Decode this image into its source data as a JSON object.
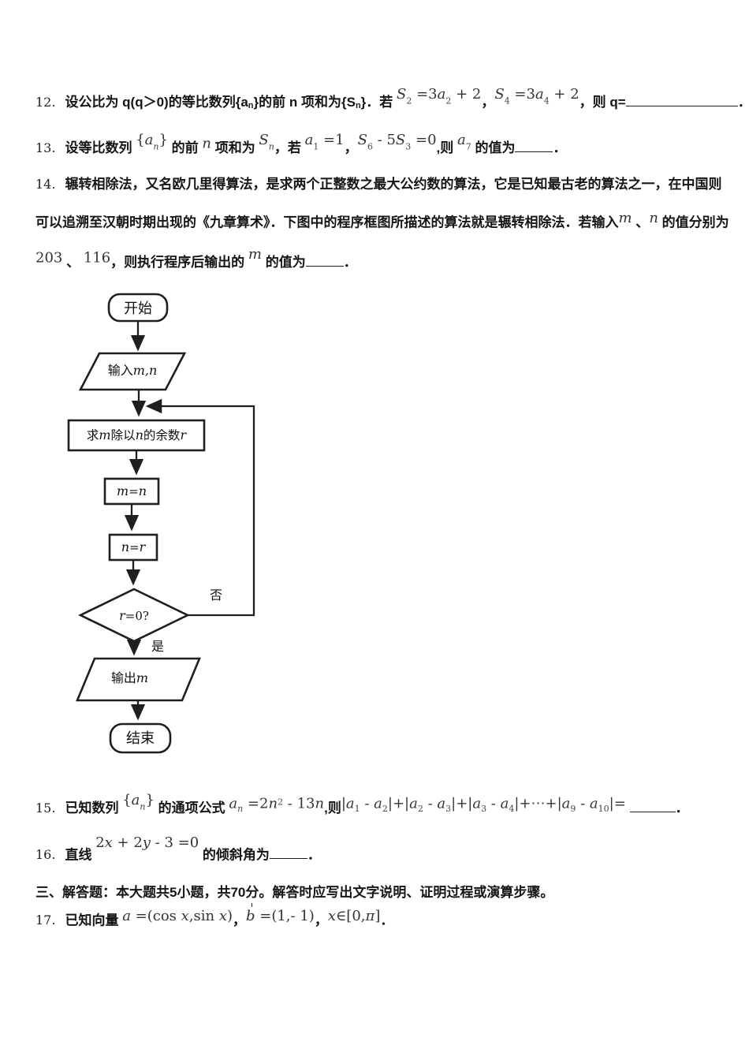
{
  "q12": [
    {
      "t": "12.",
      "s": "num"
    },
    {
      "t": "设公比为 q(q＞0)的等比数列{a",
      "s": "zh"
    },
    {
      "t": "n",
      "s": "zsub"
    },
    {
      "t": "}的前 n 项和为{S",
      "s": "zh"
    },
    {
      "t": "n",
      "s": "zsub"
    },
    {
      "t": "}．若 ",
      "s": "zh"
    },
    {
      "t": "S",
      "s": "m up"
    },
    {
      "t": "2",
      "s": "sub up"
    },
    {
      "t": " =3",
      "s": "n up"
    },
    {
      "t": "a",
      "s": "m up"
    },
    {
      "t": "2",
      "s": "sub up"
    },
    {
      "t": " + 2",
      "s": "n up"
    },
    {
      "t": "，",
      "s": "zh"
    },
    {
      "t": "S",
      "s": "m up"
    },
    {
      "t": "4",
      "s": "sub up"
    },
    {
      "t": " =3",
      "s": "n up"
    },
    {
      "t": "a",
      "s": "m up"
    },
    {
      "t": "4",
      "s": "sub up"
    },
    {
      "t": " + 2",
      "s": "n up"
    },
    {
      "t": "，则 q=",
      "s": "zh"
    },
    {
      "t": "",
      "s": "blank bw140"
    },
    {
      "t": "．",
      "s": "zh"
    }
  ],
  "q13": [
    {
      "t": "13.",
      "s": "num"
    },
    {
      "t": "设等比数列 ",
      "s": "zh"
    },
    {
      "t": "{",
      "s": "n up"
    },
    {
      "t": "a",
      "s": "m up"
    },
    {
      "t": "n",
      "s": "subi up"
    },
    {
      "t": "}",
      "s": "n up"
    },
    {
      "t": " 的前 ",
      "s": "zh"
    },
    {
      "t": "n",
      "s": "m up2"
    },
    {
      "t": " 项和为 ",
      "s": "zh"
    },
    {
      "t": "S",
      "s": "m up"
    },
    {
      "t": "n",
      "s": "subi up"
    },
    {
      "t": "，若 ",
      "s": "zh"
    },
    {
      "t": "a",
      "s": "m up"
    },
    {
      "t": "1",
      "s": "sub up"
    },
    {
      "t": " =1",
      "s": "n up"
    },
    {
      "t": "，",
      "s": "zh"
    },
    {
      "t": "S",
      "s": "m up"
    },
    {
      "t": "6",
      "s": "sub up"
    },
    {
      "t": " - 5",
      "s": "n up"
    },
    {
      "t": "S",
      "s": "m up"
    },
    {
      "t": "3",
      "s": "sub up"
    },
    {
      "t": " =0",
      "s": "n up"
    },
    {
      "t": ",则 ",
      "s": "zh"
    },
    {
      "t": "a",
      "s": "m up"
    },
    {
      "t": "7",
      "s": "sub up"
    },
    {
      "t": " 的值为",
      "s": "zh"
    },
    {
      "t": "",
      "s": "blank bw50"
    },
    {
      "t": "．",
      "s": "zh"
    }
  ],
  "q14a": [
    {
      "t": "14.",
      "s": "num"
    },
    {
      "t": "辗转相除法，又名欧几里得算法，是求两个正整数之最大公约数的算法，它是已知最古老的算法之一，在中国则",
      "s": "zh"
    }
  ],
  "q14b": [
    {
      "t": "可以追溯至汉朝时期出现的《九章算术》．下图中的程序框图所描述的算法就是辗转相除法．若输入",
      "s": "zh"
    },
    {
      "t": "m",
      "s": "m up2"
    },
    {
      "t": " 、",
      "s": "zh"
    },
    {
      "t": "n",
      "s": "m up2"
    },
    {
      "t": " 的值分别为",
      "s": "zh"
    }
  ],
  "q14c": [
    {
      "t": "203",
      "s": "n up2"
    },
    {
      "t": " 、 ",
      "s": "zh"
    },
    {
      "t": "116",
      "s": "n up2"
    },
    {
      "t": "，则执行程序后输出的 ",
      "s": "zh"
    },
    {
      "t": "m",
      "s": "m up"
    },
    {
      "t": " 的值为",
      "s": "zh"
    },
    {
      "t": "",
      "s": "blank bw50"
    },
    {
      "t": "．",
      "s": "zh"
    }
  ],
  "q15": [
    {
      "t": "15.",
      "s": "num"
    },
    {
      "t": "已知数列 ",
      "s": "zh"
    },
    {
      "t": "{",
      "s": "n up"
    },
    {
      "t": "a",
      "s": "m up"
    },
    {
      "t": "n",
      "s": "subi up"
    },
    {
      "t": "}",
      "s": "n up"
    },
    {
      "t": " 的通项公式 ",
      "s": "zh"
    },
    {
      "t": "a",
      "s": "m up2"
    },
    {
      "t": "n",
      "s": "subi up2"
    },
    {
      "t": " =2",
      "s": "n up2"
    },
    {
      "t": "n",
      "s": "m up2"
    },
    {
      "t": "2",
      "s": "sup up2"
    },
    {
      "t": " - 13",
      "s": "n up2"
    },
    {
      "t": "n",
      "s": "m up2"
    },
    {
      "t": ",则",
      "s": "zh"
    },
    {
      "t": "|",
      "s": "n up2"
    },
    {
      "t": "a",
      "s": "m up2"
    },
    {
      "t": "1",
      "s": "sub up2"
    },
    {
      "t": " - ",
      "s": "n up2"
    },
    {
      "t": "a",
      "s": "m up2"
    },
    {
      "t": "2",
      "s": "sub up2"
    },
    {
      "t": "|+|",
      "s": "n up2"
    },
    {
      "t": "a",
      "s": "m up2"
    },
    {
      "t": "2",
      "s": "sub up2"
    },
    {
      "t": " - ",
      "s": "n up2"
    },
    {
      "t": "a",
      "s": "m up2"
    },
    {
      "t": "3",
      "s": "sub up2"
    },
    {
      "t": "|+|",
      "s": "n up2"
    },
    {
      "t": "a",
      "s": "m up2"
    },
    {
      "t": "3",
      "s": "sub up2"
    },
    {
      "t": " - ",
      "s": "n up2"
    },
    {
      "t": "a",
      "s": "m up2"
    },
    {
      "t": "4",
      "s": "sub up2"
    },
    {
      "t": "|+⋯+|",
      "s": "n up2"
    },
    {
      "t": "a",
      "s": "m up2"
    },
    {
      "t": "9",
      "s": "sub up2"
    },
    {
      "t": " - ",
      "s": "n up2"
    },
    {
      "t": "a",
      "s": "m up2"
    },
    {
      "t": "10",
      "s": "sub up2"
    },
    {
      "t": "|=",
      "s": "n up2"
    },
    {
      "t": " ",
      "s": "zh"
    },
    {
      "t": "",
      "s": "blank bw55"
    },
    {
      "t": "．",
      "s": "zh"
    }
  ],
  "q16": [
    {
      "t": "16.",
      "s": "num"
    },
    {
      "t": "直线 ",
      "s": "zh"
    },
    {
      "t": "2",
      "s": "n up3"
    },
    {
      "t": "x",
      "s": "m up3"
    },
    {
      "t": " + 2",
      "s": "n up3"
    },
    {
      "t": "y",
      "s": "m up3"
    },
    {
      "t": " - 3 =0",
      "s": "n up3"
    },
    {
      "t": " 的倾斜角为",
      "s": "zh"
    },
    {
      "t": "",
      "s": "blank bw50"
    },
    {
      "t": "．",
      "s": "zh"
    }
  ],
  "sec3": [
    {
      "t": "三、解答题：本大题共5小题，共70分。解答时应写出文字说明、证明过程或演算步骤。",
      "s": "zh"
    }
  ],
  "q17": [
    {
      "t": "17.",
      "s": "num"
    },
    {
      "t": "已知向量 ",
      "s": "zh"
    },
    {
      "t": "a",
      "s": "m up2"
    },
    {
      "t": " =(cos ",
      "s": "n up2"
    },
    {
      "t": "x",
      "s": "m up2"
    },
    {
      "t": ",sin ",
      "s": "n up2"
    },
    {
      "t": "x",
      "s": "m up2"
    },
    {
      "t": ")",
      "s": "n up2"
    },
    {
      "t": "，",
      "s": "zh"
    },
    {
      "t": "b",
      "s": "m vec up2"
    },
    {
      "t": " =(1,- 1)",
      "s": "n up2"
    },
    {
      "t": "，",
      "s": "zh"
    },
    {
      "t": "x",
      "s": "m up2"
    },
    {
      "t": "∈[0,",
      "s": "n up2"
    },
    {
      "t": "π",
      "s": "m up2"
    },
    {
      "t": "]",
      "s": "n up2"
    },
    {
      "t": "．",
      "s": "zh"
    }
  ],
  "flow": {
    "start": "开始",
    "end": "结束",
    "yes": "是",
    "no": "否",
    "input": [
      {
        "t": "输入",
        "s": "fzh"
      },
      {
        "t": "m,n",
        "s": "fm"
      }
    ],
    "process": [
      {
        "t": "求",
        "s": "fzh"
      },
      {
        "t": "m",
        "s": "fm"
      },
      {
        "t": "除以",
        "s": "fzh"
      },
      {
        "t": "n",
        "s": "fm"
      },
      {
        "t": "的余数",
        "s": "fzh"
      },
      {
        "t": "r",
        "s": "fm"
      }
    ],
    "assign1": [
      {
        "t": "m",
        "s": "fm"
      },
      {
        "t": "=",
        "s": "fn"
      },
      {
        "t": "n",
        "s": "fm"
      }
    ],
    "assign2": [
      {
        "t": "n",
        "s": "fm"
      },
      {
        "t": "=",
        "s": "fn"
      },
      {
        "t": "r",
        "s": "fm"
      }
    ],
    "decision": [
      {
        "t": "r",
        "s": "fm"
      },
      {
        "t": "=0?",
        "s": "fn"
      }
    ],
    "output": [
      {
        "t": "输出",
        "s": "fzh"
      },
      {
        "t": "m",
        "s": "fm"
      }
    ]
  },
  "colors": {
    "ink": "#1a1a1a",
    "stroke": "#1f1f1f",
    "paper": "#ffffff"
  }
}
